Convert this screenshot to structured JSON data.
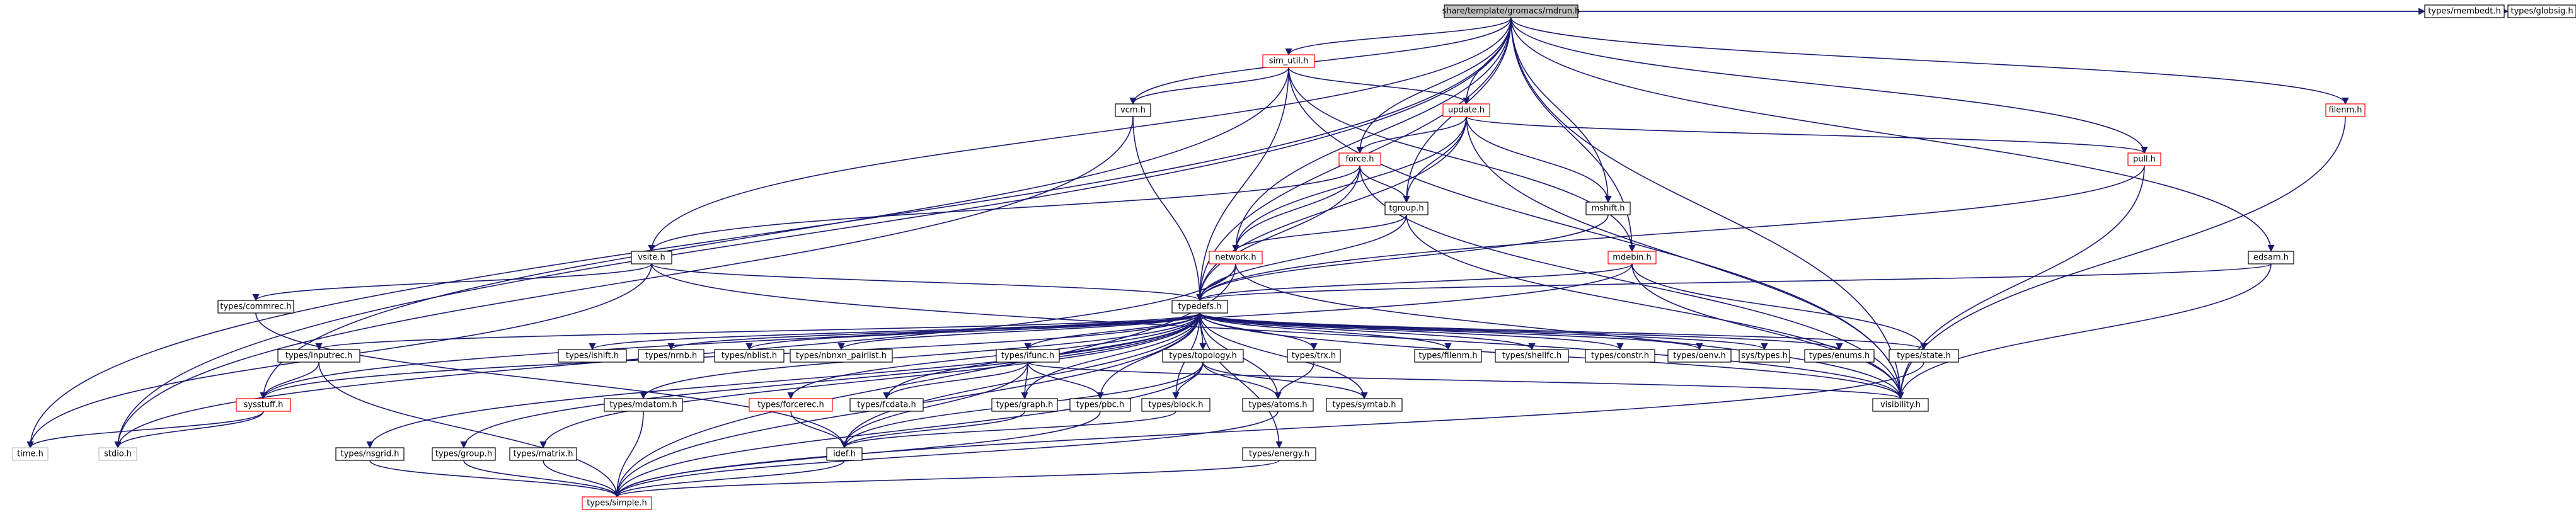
{
  "colors": {
    "edge": "#191970",
    "red_border": "#ff0000",
    "gray_border": "#bfbfbf",
    "root_fill": "#bfbfbf"
  },
  "nodes": {
    "root": "share/template/gromacs/mdrun.h",
    "sim_util": "sim_util.h",
    "vcm": "vcm.h",
    "update": "update.h",
    "force": "force.h",
    "tgroup": "tgroup.h",
    "mshift": "mshift.h",
    "pull": "pull.h",
    "fileenv": "filenm.h",
    "edsam": "edsam.h",
    "mdebin": "mdebin.h",
    "network": "network.h",
    "vsite": "vsite.h",
    "typedefs": "typedefs.h",
    "commrec": "types/commrec.h",
    "membed": "types/membedt.h",
    "globsig": "types/globsig.h",
    "ishift": "types/ishift.h",
    "nrnb": "types/nrnb.h",
    "nblist": "types/nblist.h",
    "nbnxn": "types/nbnxn_pairlist.h",
    "ifunc": "types/ifunc.h",
    "topology": "types/topology.h",
    "trx": "types/trx.h",
    "filenm": "types/filenm.h",
    "shellfc": "types/shellfc.h",
    "constr": "types/constr.h",
    "oenv": "types/oenv.h",
    "systypes": "sys/types.h",
    "enums": "types/enums.h",
    "state": "types/state.h",
    "inputrec": "types/inputrec.h",
    "sysstuff": "sysstuff.h",
    "time": "time.h",
    "stdio": "stdio.h",
    "mdatom": "types/mdatom.h",
    "forcerec": "types/forcerec.h",
    "fcdata": "types/fcdata.h",
    "graph": "types/graph.h",
    "pbc": "types/pbc.h",
    "block": "types/block.h",
    "atoms": "types/atoms.h",
    "symtab": "types/symtab.h",
    "visibility": "visibility.h",
    "idef": "idef.h",
    "energy": "types/energy.h",
    "nsgrid": "types/nsgrid.h",
    "group": "types/group.h",
    "matrix": "types/matrix.h",
    "simple": "types/simple.h"
  }
}
